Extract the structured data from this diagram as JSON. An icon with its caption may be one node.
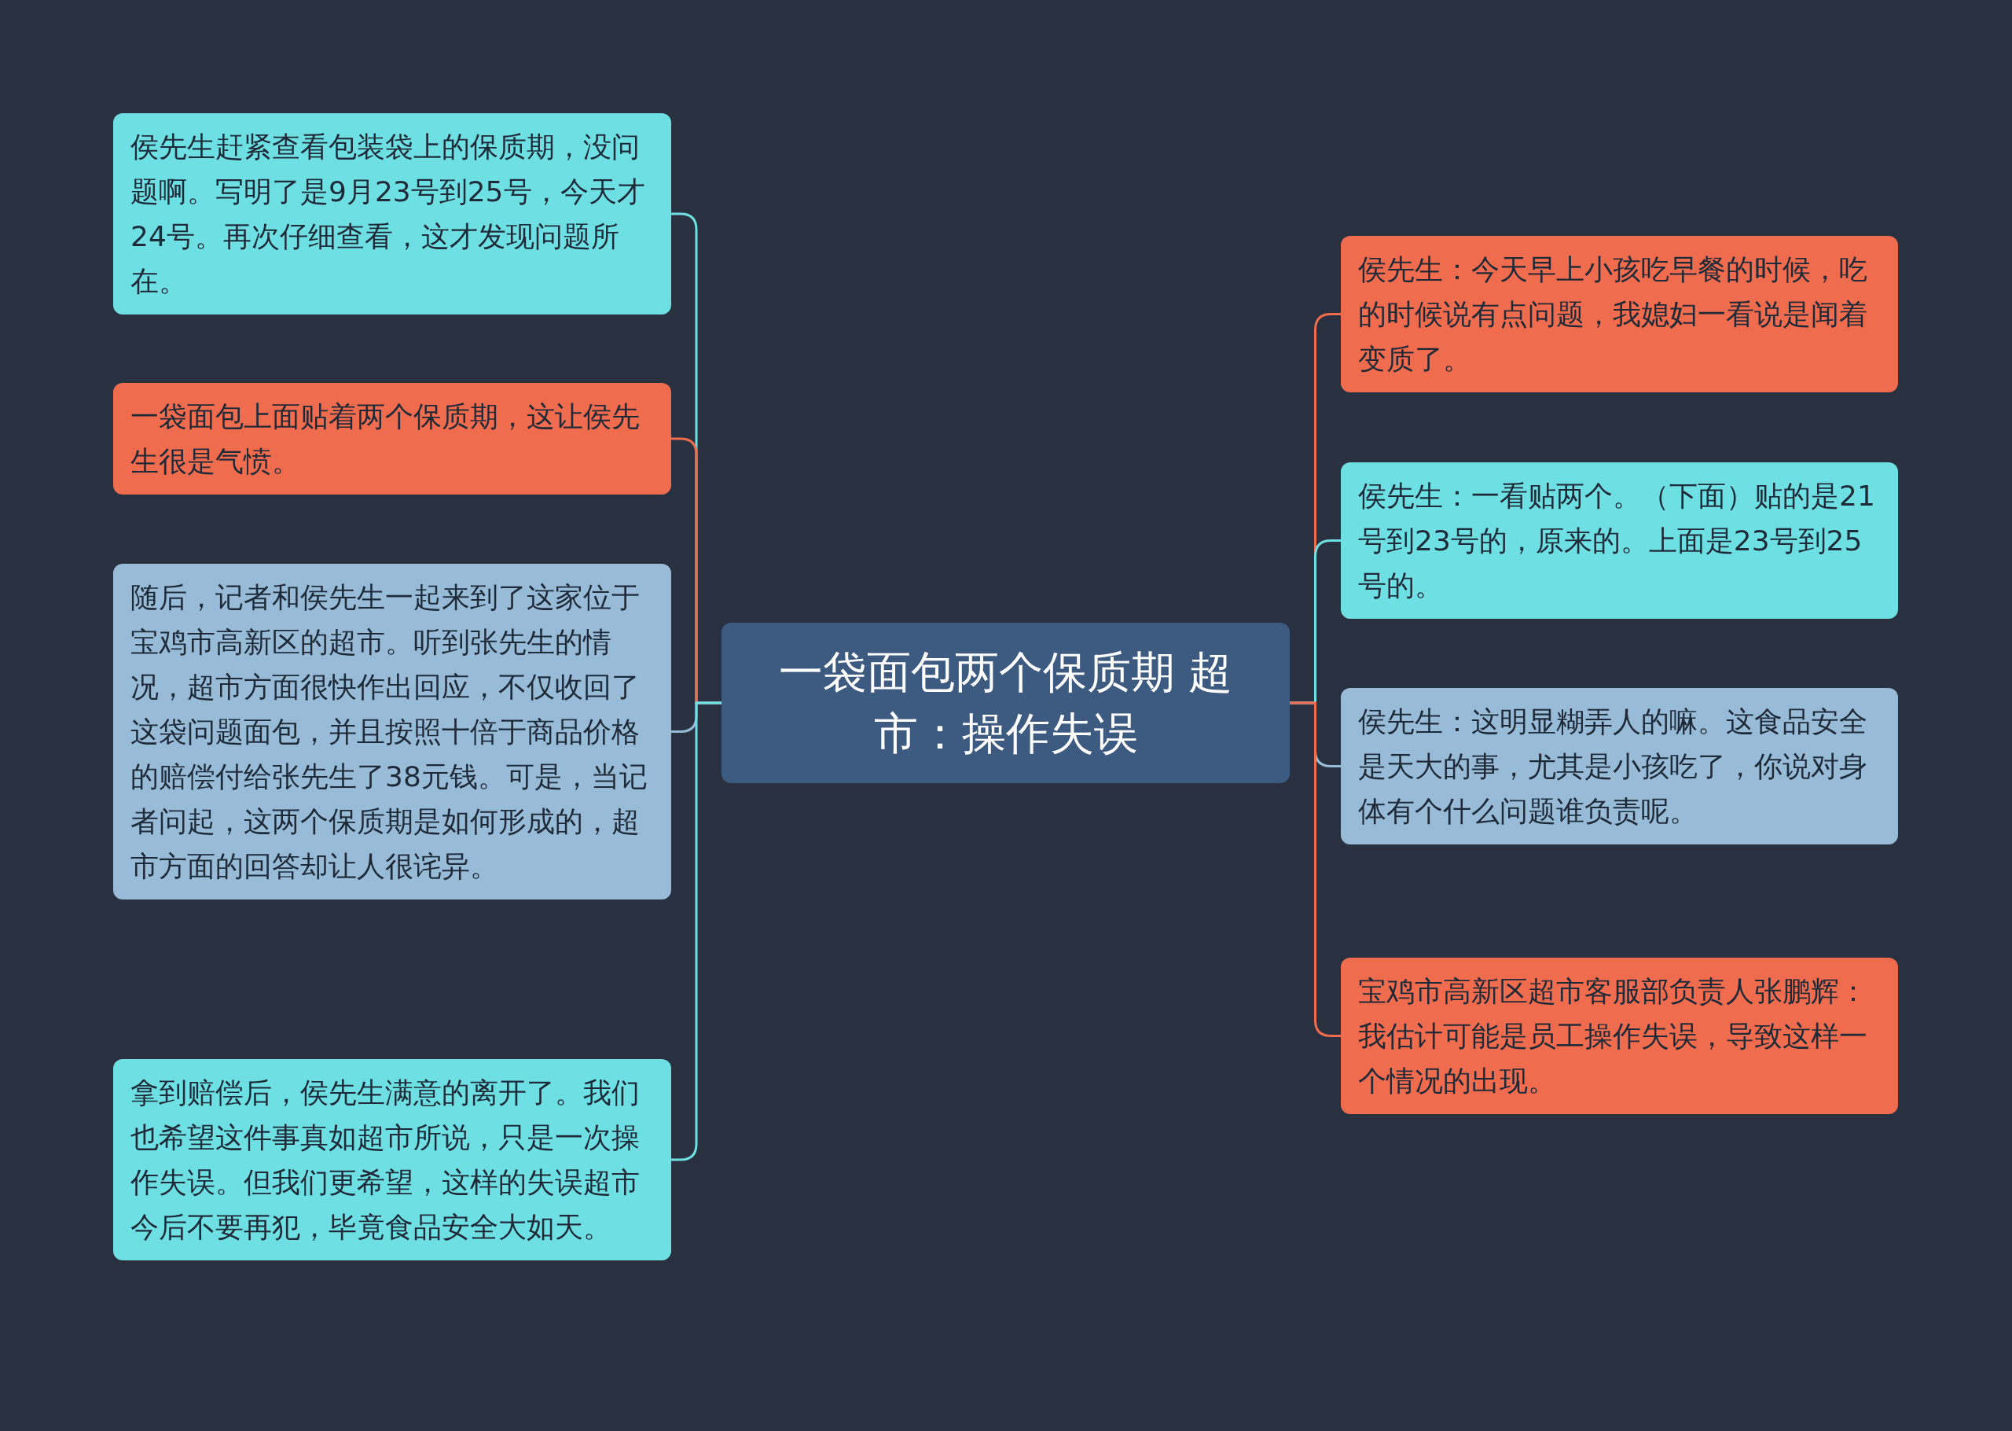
{
  "diagram": {
    "nodes": [
      {
        "text": [
          "一袋面包两个保质期 超市：操作失误"
        ]
      },
      {
        "text": [
          "侯先生赶紧查看包装袋上的保质期，没问题啊。写明了是9月23号到25号，今天才24号。再次仔细查看，这才发现问题所在。"
        ]
      },
      {
        "text": [
          "一袋面包上面贴着两个保质期，这让侯先生很是气愤。"
        ]
      },
      {
        "text": [
          "随后，记者和侯先生一起来到了这家位于宝鸡市高新区的超市。听到张先生的情况，超市方面很快作出回应，不仅收回了这袋问题面包，并且按照十倍于商品价格的赔偿付给张先生了38元钱。可是，当记者问起，这两个保质期是如何形成的，超市方面的回答却让人很诧异。"
        ]
      },
      {
        "text": [
          "拿到赔偿后，侯先生满意的离开了。我们也希望这件事真如超市所说，只是一次操作失误。但我们更希望，这样的失误超市今后不要再犯，毕竟食品安全大如天。"
        ]
      },
      {
        "text": [
          "侯先生：今天早上小孩吃早餐的时候，吃的时候说有点问题，我媳妇一看说是闻着变质了。"
        ]
      },
      {
        "text": [
          "侯先生：一看贴两个。（下面）贴的是21号到23号的，原来的。上面是23号到25号的。"
        ]
      },
      {
        "text": [
          "侯先生：这明显糊弄人的嘛。这食品安全是天大的事，尤其是小孩吃了，你说对身体有个什么问题谁负责呢。"
        ]
      },
      {
        "text": [
          "宝鸡市高新区超市客服部负责人张鹏辉：我估计可能是员工操作失误，导致这样一个情况的出现。"
        ]
      }
    ],
    "edges": [
      {
        "from": 0,
        "to": 1,
        "arrow": "none",
        "color": "#6ee0e3"
      },
      {
        "from": 0,
        "to": 2,
        "arrow": "none",
        "color": "#f06c4e"
      },
      {
        "from": 0,
        "to": 3,
        "arrow": "none",
        "color": "#98bcd8"
      },
      {
        "from": 0,
        "to": 4,
        "arrow": "none",
        "color": "#6ee0e3"
      },
      {
        "from": 0,
        "to": 5,
        "arrow": "none",
        "color": "#f06c4e"
      },
      {
        "from": 0,
        "to": 6,
        "arrow": "none",
        "color": "#6ee0e3"
      },
      {
        "from": 0,
        "to": 7,
        "arrow": "none",
        "color": "#98bcd8"
      },
      {
        "from": 0,
        "to": 8,
        "arrow": "none",
        "color": "#f06c4e"
      }
    ]
  }
}
